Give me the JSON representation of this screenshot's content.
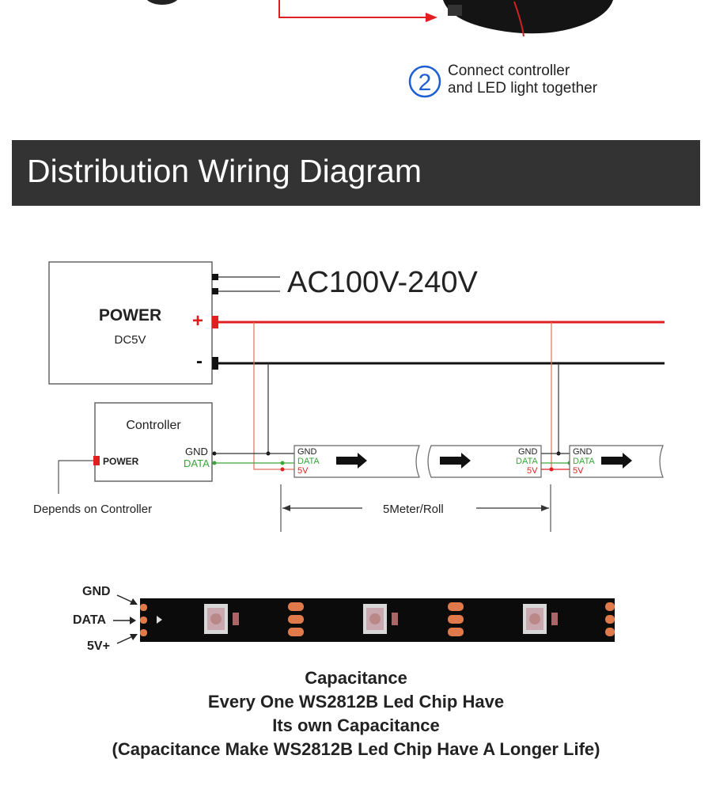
{
  "step": {
    "number": "2",
    "line1": "Connect controller",
    "line2": "and LED light together"
  },
  "header": {
    "title": "Distribution Wiring Diagram"
  },
  "power": {
    "input": "AC100V-240V",
    "title": "POWER",
    "voltage": "DC5V",
    "plus": "+",
    "minus": "-"
  },
  "controller": {
    "title": "Controller",
    "gnd": "GND",
    "data": "DATA",
    "power": "POWER",
    "note": "Depends on Controller"
  },
  "strip": {
    "gnd": "GND",
    "data": "DATA",
    "v5": "5V",
    "length": "5Meter/Roll"
  },
  "led": {
    "gnd": "GND",
    "data": "DATA",
    "v5": "5V+"
  },
  "caption": {
    "line1": "Capacitance",
    "line2": "Every One WS2812B Led Chip Have",
    "line3": "Its own Capacitance",
    "line4": "(Capacitance Make WS2812B Led Chip Have A Longer Life)"
  },
  "colors": {
    "header_bg": "#333333",
    "positive_wire": "#e02020",
    "data_wire": "#3aa63a",
    "step_circle": "#1e5fd6",
    "strip_bg": "#0b0b0b",
    "pad": "#e07a4a"
  }
}
